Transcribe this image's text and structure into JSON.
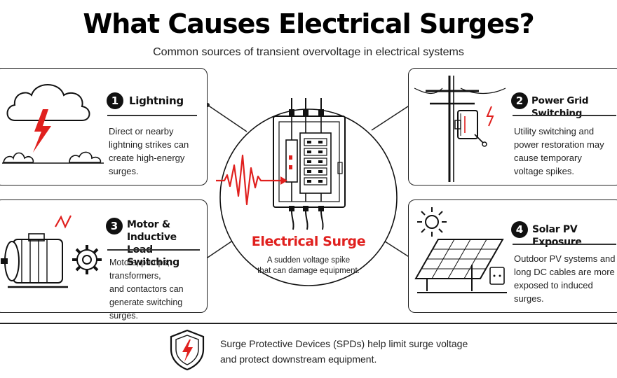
{
  "header": {
    "title": "What Causes Electrical Surges?",
    "subtitle": "Common sources of transient overvoltage in electrical systems"
  },
  "cards": [
    {
      "number": "1",
      "title": "Lightning",
      "lines": [
        "Direct or nearby",
        "lightning strikes can",
        "create high-energy surges."
      ]
    },
    {
      "number": "2",
      "title": "Power Grid Switching",
      "lines": [
        "Utility switching and",
        "power restoration may",
        "cause temporary",
        "voltage spikes."
      ]
    },
    {
      "number": "3",
      "title_lines": [
        "Motor & Inductive",
        "Load Switching"
      ],
      "lines": [
        "Motors, pumps, transformers,",
        "and contactors can",
        "generate switching surges."
      ]
    },
    {
      "number": "4",
      "title": "Solar PV Exposure",
      "lines": [
        "Outdoor PV systems and",
        "long DC cables are more",
        "exposed to induced surges."
      ]
    }
  ],
  "center": {
    "title": "Electrical Surge",
    "lines": [
      "A sudden voltage spike",
      "that can damage equipment."
    ]
  },
  "footer": {
    "lines": [
      "Surge Protective Devices (SPDs) help limit surge voltage",
      "and protect downstream equipment."
    ]
  },
  "colors": {
    "accent": "#e0201e",
    "ink": "#111111"
  },
  "icons": [
    "storm-cloud-icon",
    "power-pole-icon",
    "electric-motor-icon",
    "gear-icon",
    "solar-panel-icon",
    "sun-icon",
    "shield-bolt-icon",
    "electrical-panel-icon"
  ]
}
